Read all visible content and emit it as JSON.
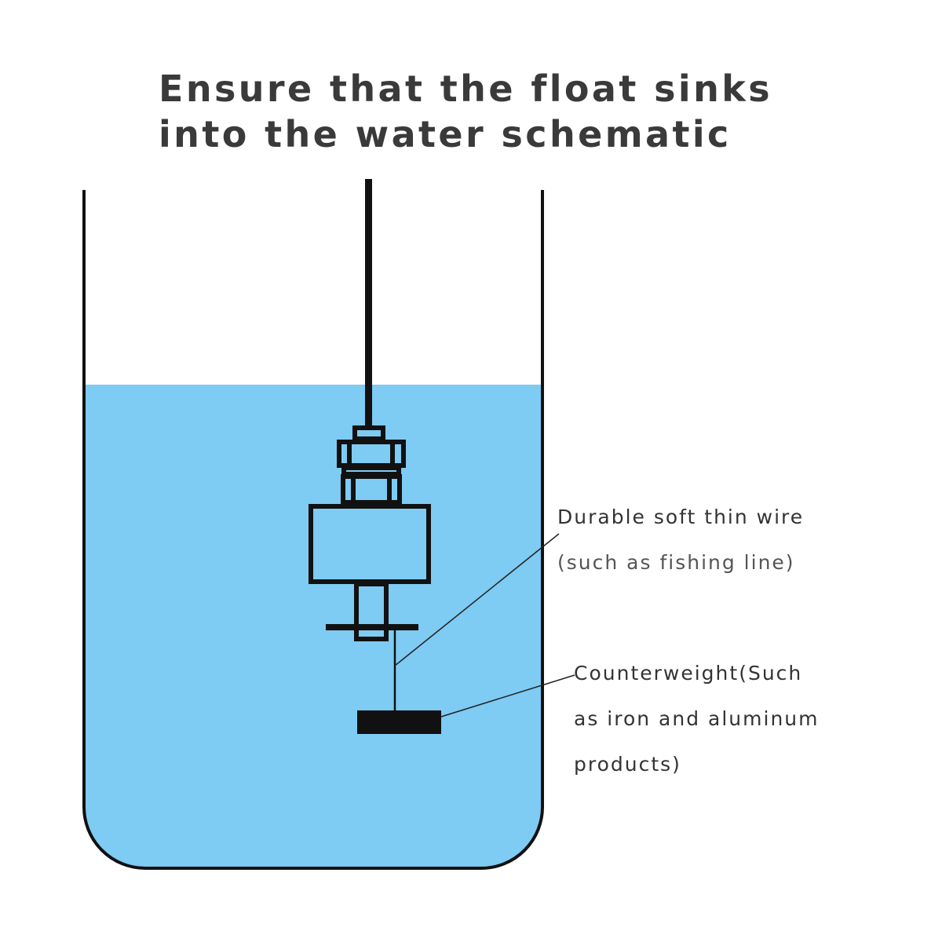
{
  "title": {
    "line1": "Ensure that the float sinks",
    "line2": "into the water schematic"
  },
  "labels": {
    "wire_line1": "Durable soft thin wire",
    "wire_line2": "(such as fishing line)",
    "weight_line1": "Counterweight(Such",
    "weight_line2": "as iron and aluminum",
    "weight_line3": "products)"
  },
  "colors": {
    "water": "#7ECBF3",
    "outline": "#111111",
    "text": "#333333"
  }
}
